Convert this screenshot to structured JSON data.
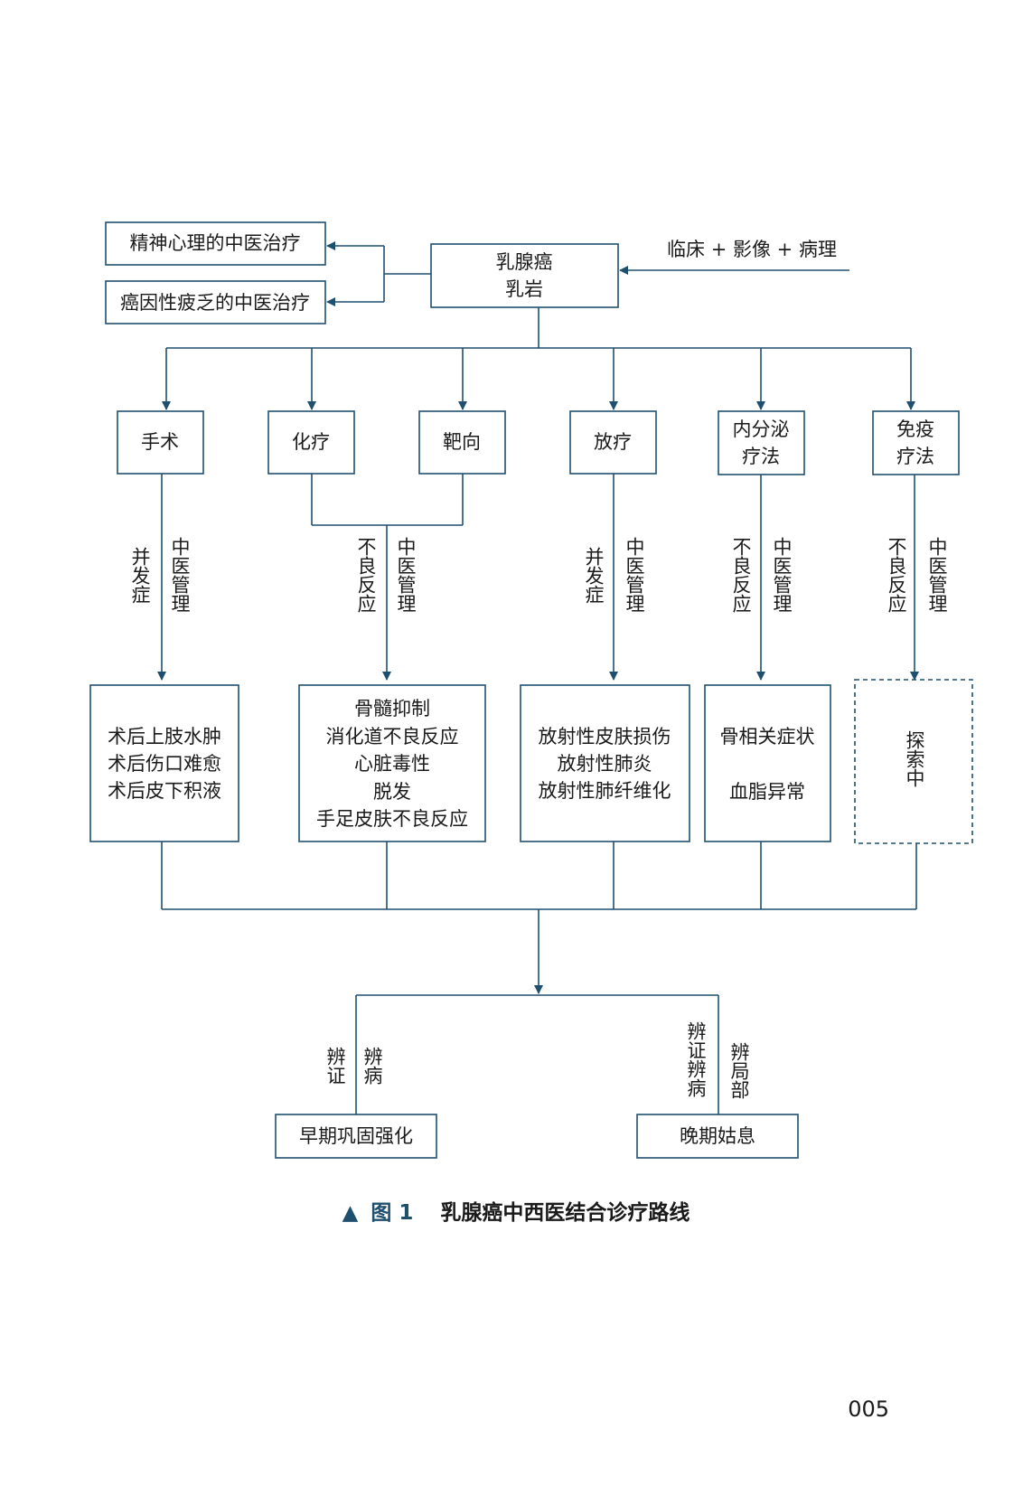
{
  "nodes": {
    "tcm_psych": "精神心理的中医治疗",
    "tcm_fatigue": "癌因性疲乏的中医治疗",
    "root_line1": "乳腺癌",
    "root_line2": "乳岩",
    "diagnosis": "临床 + 影像 + 病理",
    "surgery": "手术",
    "chemo": "化疗",
    "targeted": "靶向",
    "radiation": "放疗",
    "endocrine": [
      "内分泌",
      "疗法"
    ],
    "immuno": [
      "免疫",
      "疗法"
    ],
    "surgery_effects": [
      "术后上肢水肿",
      "术后伤口难愈",
      "术后皮下积液"
    ],
    "chemo_effects": [
      "骨髓抑制",
      "消化道不良反应",
      "心脏毒性",
      "脱发",
      "手足皮肤不良反应"
    ],
    "radiation_effects": [
      "放射性皮肤损伤",
      "放射性肺炎",
      "放射性肺纤维化"
    ],
    "endocrine_effects": [
      "骨相关症状",
      "血脂异常"
    ],
    "immuno_effects": "探索中",
    "early": "早期巩固强化",
    "late": "晚期姑息"
  },
  "edge_labels": {
    "complication": "并发症",
    "adverse": "不良反应",
    "tcm_manage": "中医管理",
    "syndrome": "辨证",
    "disease": "辨病",
    "syndrome_disease": "辨证辨病",
    "local": "辨局部"
  },
  "caption": {
    "marker": "▲",
    "figure_no": "图 1",
    "title": "乳腺癌中西医结合诊疗路线"
  },
  "page_number": "005",
  "colors": {
    "line": "#1f4f6f",
    "text": "#1a1a1a"
  }
}
